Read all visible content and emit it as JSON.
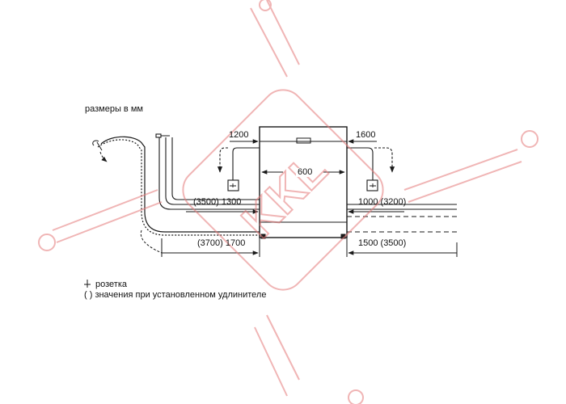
{
  "caption": "размеры в мм",
  "dimensions": {
    "left_top": "1200",
    "right_top": "1600",
    "width": "600",
    "left_mid": "(3500) 1300",
    "right_mid": "1000 (3200)",
    "left_bottom": "(3700) 1700",
    "right_bottom": "1500 (3500)"
  },
  "legend": {
    "socket": "розетка",
    "extension": "( ) значения при установленном удлинителе"
  },
  "watermark": "KKL",
  "colors": {
    "line": "#1a1a1a",
    "watermark": "#e57a7a"
  }
}
